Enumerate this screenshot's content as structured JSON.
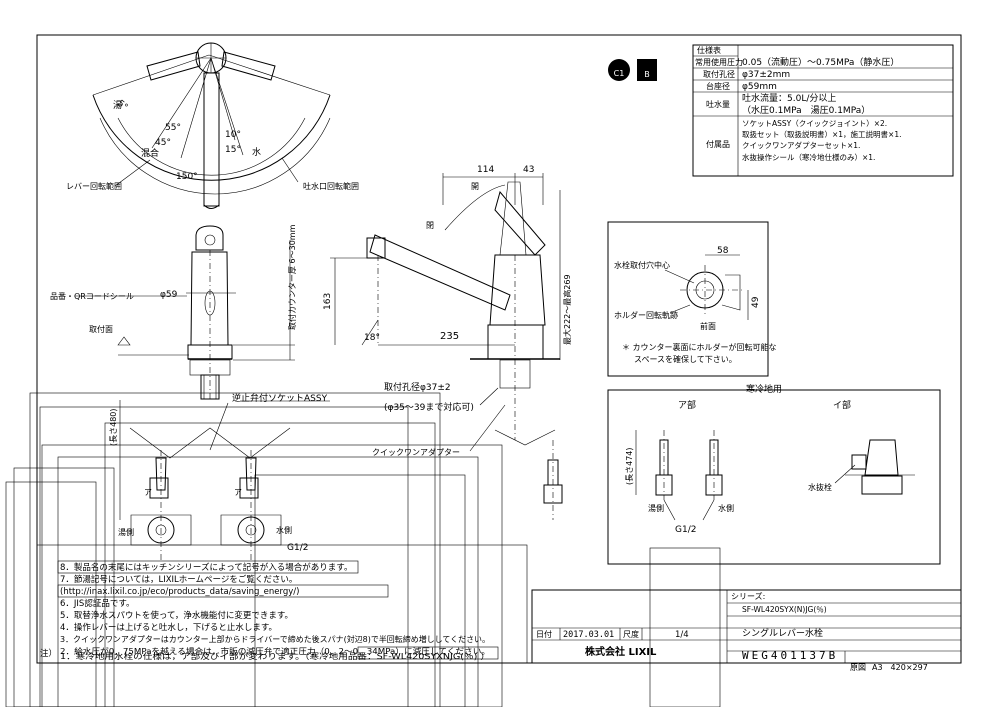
{
  "logos": {
    "circle_mark": "C1",
    "square_mark": "B"
  },
  "spec_table": {
    "header": "仕様表",
    "rows": [
      {
        "label": "常用使用圧力",
        "value": "0.05（流動圧）～0.75MPa（静水圧）"
      },
      {
        "label": "取付孔径",
        "value": "φ37±2mm"
      },
      {
        "label": "台座径",
        "value": "φ59mm"
      },
      {
        "label": "吐水量",
        "value": "吐水流量：5.0L/分以上",
        "value2": "（水圧0.1MPa　湯圧0.1MPa）"
      },
      {
        "label": "付属品",
        "items": [
          "ソケットASSY（クイックジョイント）×2.",
          "取扱セット（取扱説明書）×1，施工説明書×1.",
          "クイックワンアダプターセット×1.",
          "水抜操作シール（寒冷地仕様のみ）×1."
        ]
      }
    ]
  },
  "top_view": {
    "lever_range_label": "レバー回転範囲",
    "spout_range_label": "吐水口回転範囲",
    "hot_label": "湯",
    "mix_label": "混合",
    "cold_label": "水",
    "angles": [
      "5°",
      "55°",
      "45°",
      "10°",
      "15°",
      "150°"
    ]
  },
  "front_view": {
    "dim_vertical": "取付カウンター厚 6～30mm",
    "dim_diameter": "φ59",
    "qr_label": "品番・QRコードシール",
    "mount_surface": "取付面",
    "length_label": "(長さ480)",
    "socket_label": "逆止弁付ソケットASSY",
    "part_a": "ア",
    "hot_side": "湯側",
    "cold_side": "水側",
    "pipe_size": "G1/2"
  },
  "side_view": {
    "dim_114": "114",
    "dim_43": "43",
    "dim_163": "163",
    "dim_235": "235",
    "dim_angle": "18°",
    "dim_height": "最大222〜最高269",
    "open_label": "開",
    "closed_label": "閉",
    "hole_label": "取付孔径φ37±2",
    "hole_range": "(φ35～39まで対応可)",
    "adapter_label": "クイックワンアダプター"
  },
  "holder_view": {
    "dim_58": "58",
    "dim_49": "49",
    "center_label": "水栓取付穴中心",
    "holder_label": "ホルダー回転軌跡",
    "front_label": "前面",
    "note_line1": "＊ カウンター裏面にホルダーが回転可能な",
    "note_line2": "スペースを確保して下さい。"
  },
  "cold_region": {
    "title": "寒冷地用",
    "part_a": "ア部",
    "part_i": "イ部",
    "length_label": "(長さ474)",
    "hot_side": "湯側",
    "cold_side": "水側",
    "pipe_size": "G1/2",
    "drain_label": "水抜栓"
  },
  "notes": {
    "prefix": "注）",
    "lines": [
      "8．製品名の末尾にはキッチンシリーズによって記号が入る場合があります。",
      "7．節湯記号については，LIXILホームページをご覧ください。",
      "(http://inax.lixil.co.jp/eco/products_data/saving_energy/)",
      "6．JIS認証品です。",
      "5．取替浄水スパウトを使って，浄水機能付に変更できます。",
      "4．操作レバーは上げると吐水し，下げると止水します。",
      "3．クイックワンアダプターはカウンター上部からドライバーで締めた後スパナ(対辺8)で半回転締め増ししてください。",
      "2．給水圧が0．75MPaを越える場合は，市販の減圧弁で適正圧力（0．2～0．34MPa）に減圧してください。",
      "1．寒冷地用水栓の仕様は，ア部及びイ部が変わります。（寒冷地用品番：SF-WL420SYXNJG(％) ）"
    ]
  },
  "title_block": {
    "date_label": "日付",
    "date": "2017.03.01",
    "scale_label": "尺度",
    "scale": "1/4",
    "company": "株式会社 LIXIL",
    "series_label": "シリーズ:",
    "model": "SF-WL420SYX(N)JG(％)",
    "product_name": "シングルレバー水栓",
    "drawing_no": "WEG401137B",
    "original_label": "原図",
    "paper_size": "A3　420×297"
  }
}
